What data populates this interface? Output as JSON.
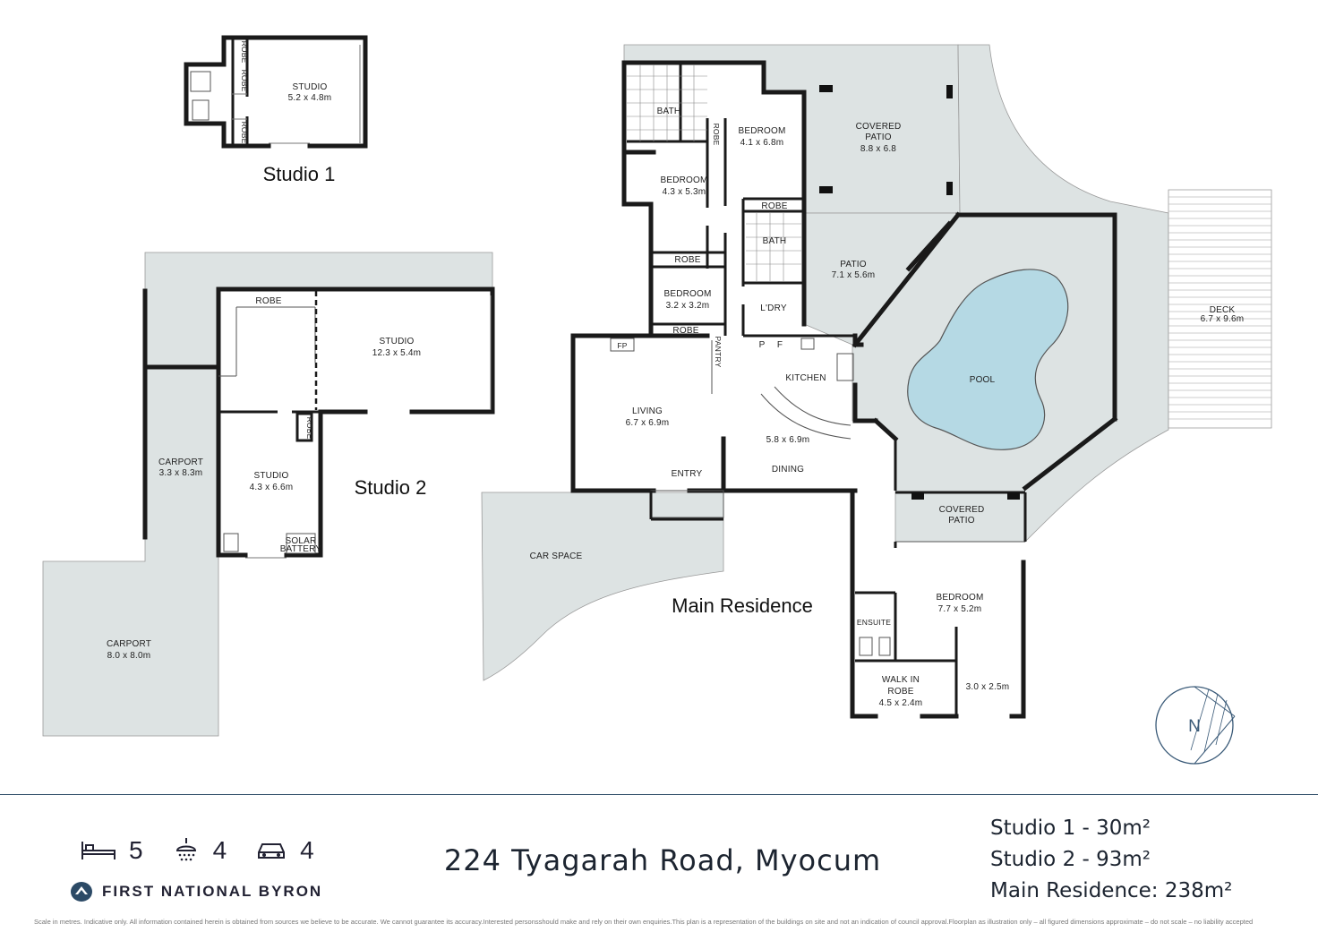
{
  "plan_titles": {
    "studio1": "Studio 1",
    "studio2": "Studio 2",
    "main": "Main Residence"
  },
  "rooms": {
    "s1_robe_a": "ROBE",
    "s1_robe_b": "ROBE",
    "s1_robe_c": "ROBE",
    "s1_studio_name": "STUDIO",
    "s1_studio_dim": "5.2 x 4.8m",
    "s2_robe_top": "ROBE",
    "s2_studio_a_name": "STUDIO",
    "s2_studio_a_dim": "12.3 x 5.4m",
    "s2_robe_side": "ROBE",
    "s2_studio_b_name": "STUDIO",
    "s2_studio_b_dim": "4.3 x 6.6m",
    "s2_solar_1": "SOLAR",
    "s2_solar_2": "BATTERY",
    "carport1_name": "CARPORT",
    "carport1_dim": "3.3 x 8.3m",
    "carport2_name": "CARPORT",
    "carport2_dim": "8.0 x 8.0m",
    "bath1": "BATH",
    "robe_v": "ROBE",
    "bed1_name": "BEDROOM",
    "bed1_dim": "4.1 x 6.8m",
    "cov_patio_1": "COVERED",
    "cov_patio_2": "PATIO",
    "cov_patio_dim": "8.8 x 6.8",
    "bed2_name": "BEDROOM",
    "bed2_dim": "4.3 x 5.3m",
    "robe_bath": "ROBE",
    "bath2": "BATH",
    "robe_mid": "ROBE",
    "patio_name": "PATIO",
    "patio_dim": "7.1 x 5.6m",
    "bed3_name": "BEDROOM",
    "bed3_dim": "3.2 x 3.2m",
    "laundry": "L'DRY",
    "robe_low": "ROBE",
    "fp": "FP",
    "pantry": "PANTRY",
    "p": "P",
    "f": "F",
    "kitchen": "KITCHEN",
    "pool": "POOL",
    "deck_name": "DECK",
    "deck_dim": "6.7 x 9.6m",
    "living_name": "LIVING",
    "living_dim": "6.7 x 6.9m",
    "kd_dim": "5.8 x 6.9m",
    "entry": "ENTRY",
    "dining": "DINING",
    "cov_patio2_1": "COVERED",
    "cov_patio2_2": "PATIO",
    "car_space": "CAR SPACE",
    "bed4_name": "BEDROOM",
    "bed4_dim": "7.7 x 5.2m",
    "ensuite": "ENSUITE",
    "wir_1": "WALK IN",
    "wir_2": "ROBE",
    "wir_dim": "4.5 x 2.4m",
    "small_dim": "3.0 x 2.5m"
  },
  "compass": {
    "label": "N"
  },
  "stats": {
    "bedrooms": "5",
    "bathrooms": "4",
    "parking": "4"
  },
  "brand": {
    "name": "FIRST NATIONAL BYRON"
  },
  "address": "224 Tyagarah Road, Myocum",
  "areas": {
    "studio1": "Studio 1 - 30m²",
    "studio2": "Studio 2 - 93m²",
    "main": "Main Residence: 238m²"
  },
  "disclaimer": "Scale in metres. Indicative only. All information contained herein is obtained from sources we believe to be accurate. We cannot guarantee its accuracy.Interested personsshould make and rely on their own enquiries.This plan is a representation of the buildings on site and not an indication of council approval.Floorplan as illustration only – all figured dimensions approximate – do not scale – no liability accepted",
  "colors": {
    "outdoor": "#dde3e3",
    "pool": "#b5d9e4",
    "wall": "#1a1a1a",
    "brand": "#2c4a66"
  }
}
